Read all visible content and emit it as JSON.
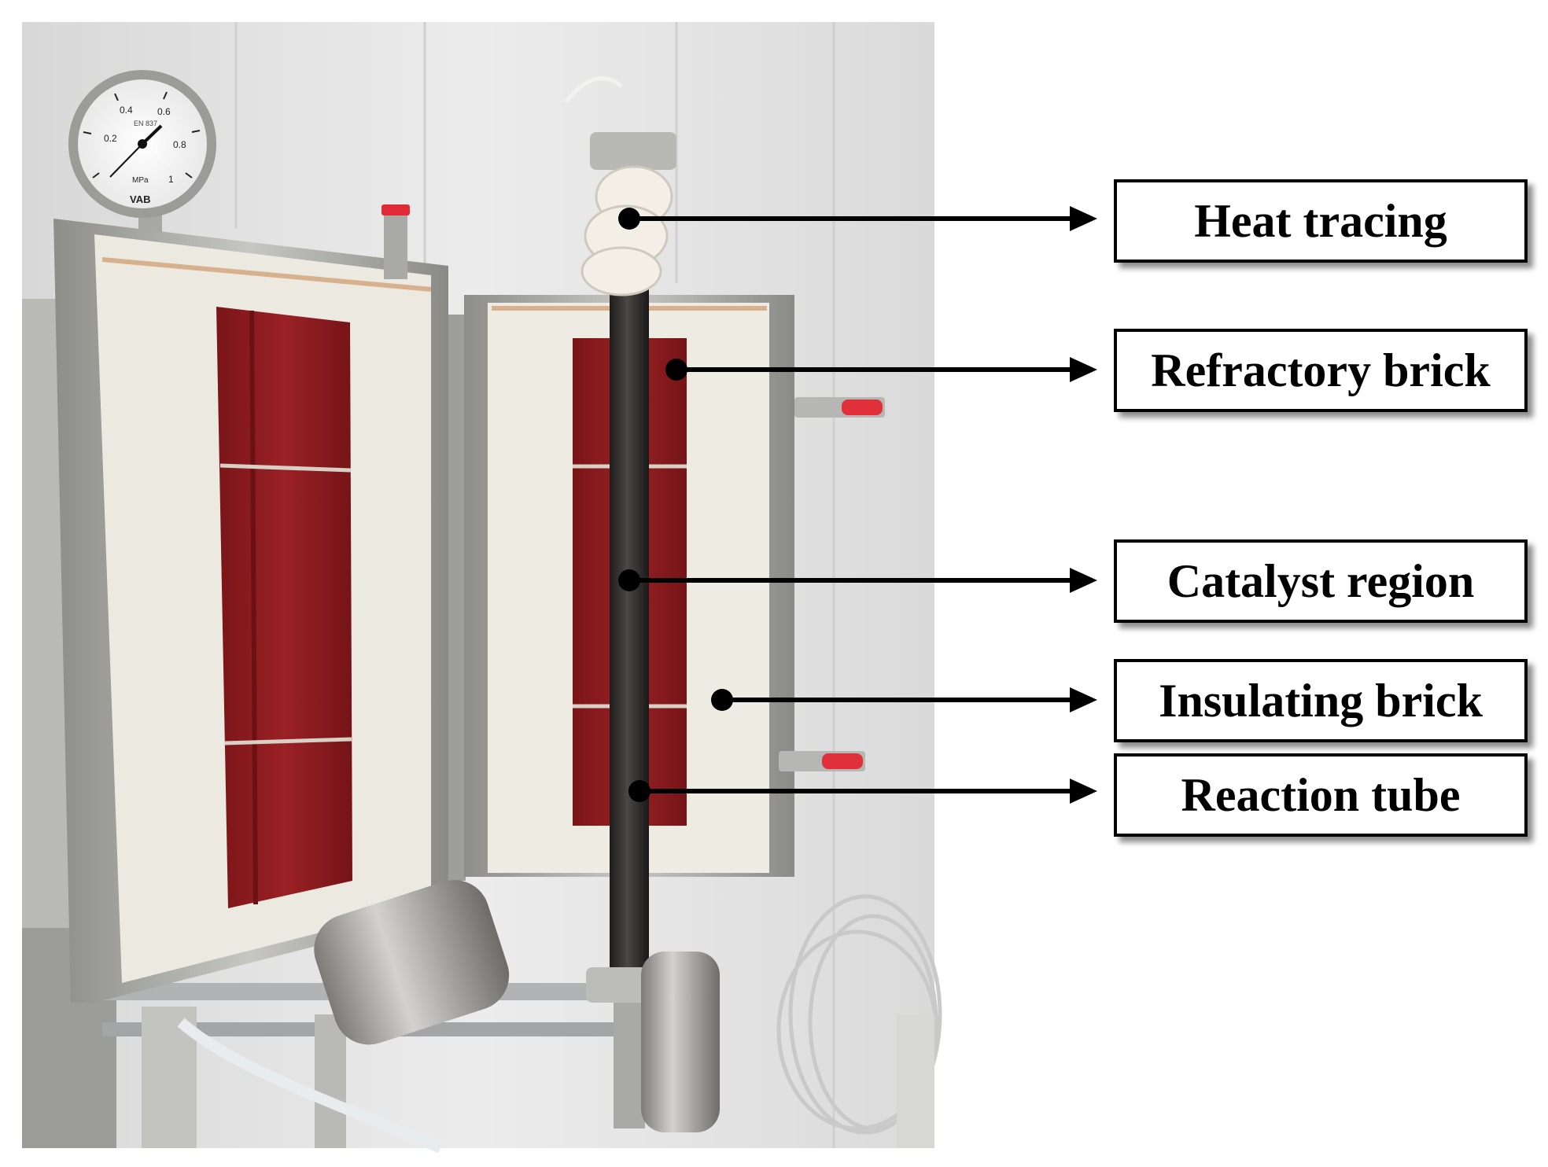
{
  "labels": {
    "heat_tracing": "Heat tracing",
    "refractory_brick": "Refractory brick",
    "catalyst_region": "Catalyst region",
    "insulating_brick": "Insulating brick",
    "reaction_tube": "Reaction tube"
  },
  "gauge": {
    "ticks": [
      "0.2",
      "0.4",
      "0.6",
      "0.8",
      "1"
    ],
    "unit": "MPa",
    "standard": "EN 837",
    "brand": "VAB"
  },
  "colors": {
    "refractory_brick": "#8e1c1f",
    "insulating_brick": "#ece9e0",
    "steel": "#a9a9a6",
    "background_wall": "#e6e6e6",
    "label_border": "#000000"
  }
}
